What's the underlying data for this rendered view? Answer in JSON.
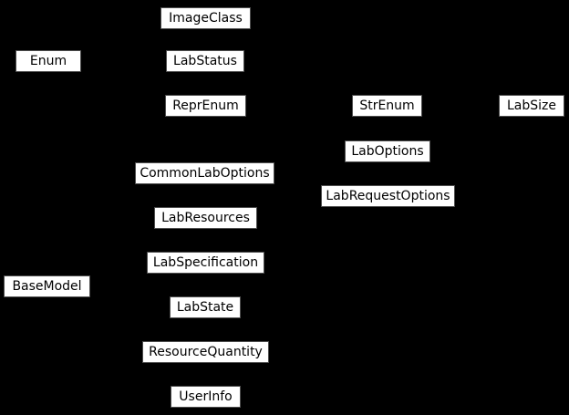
{
  "diagram": {
    "type": "class-inheritance-diagram",
    "background_color": "#000000",
    "node_fill_color": "#ffffff",
    "node_text_color": "#000000",
    "node_border_color": "#4e4e4e",
    "nodes": [
      {
        "label": "ImageClass"
      },
      {
        "label": "Enum"
      },
      {
        "label": "LabStatus"
      },
      {
        "label": "ReprEnum"
      },
      {
        "label": "StrEnum"
      },
      {
        "label": "LabSize"
      },
      {
        "label": "LabOptions"
      },
      {
        "label": "CommonLabOptions"
      },
      {
        "label": "LabRequestOptions"
      },
      {
        "label": "LabResources"
      },
      {
        "label": "LabSpecification"
      },
      {
        "label": "BaseModel"
      },
      {
        "label": "LabState"
      },
      {
        "label": "ResourceQuantity"
      },
      {
        "label": "UserInfo"
      }
    ]
  }
}
